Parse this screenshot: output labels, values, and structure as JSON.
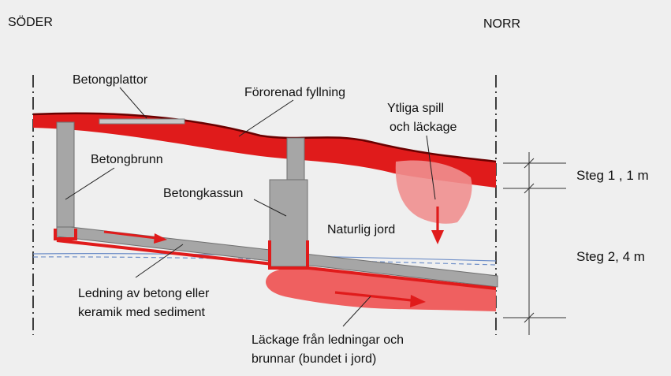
{
  "directions": {
    "south": "SÖDER",
    "north": "NORR"
  },
  "labels": {
    "concrete_slabs": "Betongplattor",
    "contaminated_fill": "Förorenad fyllning",
    "surface_spill_line1": "Ytliga spill",
    "surface_spill_line2": "och läckage",
    "concrete_well": "Betongbrunn",
    "concrete_caisson": "Betongkassun",
    "natural_soil": "Naturlig jord",
    "pipe_line1": "Ledning av betong eller",
    "pipe_line2": "keramik med sediment",
    "leakage_line1": "Läckage från ledningar och",
    "leakage_line2": "brunnar (bundet i jord)"
  },
  "steps": {
    "step1": "Steg 1 , 1 m",
    "step2": "Steg 2, 4 m"
  },
  "colors": {
    "background": "#efefef",
    "contamination_red": "#e01b1b",
    "dark_red": "#8b0000",
    "plume_red": "#ee5757",
    "light_plume": "#f08f8f",
    "concrete_gray": "#a6a6a6",
    "concrete_edge": "#6f6f6f",
    "groundwater_blue": "#6f8fc8"
  }
}
